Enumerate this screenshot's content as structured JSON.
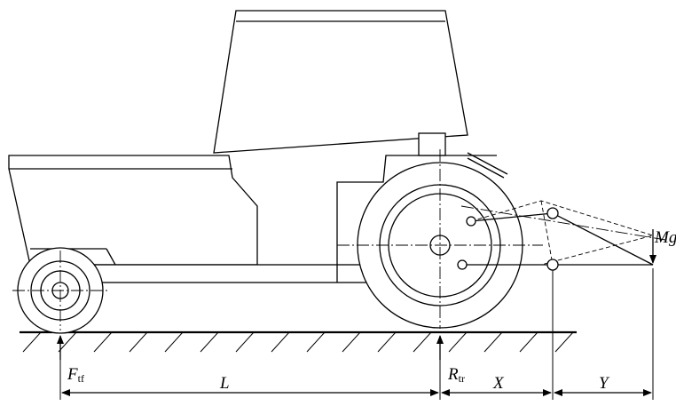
{
  "labels": {
    "front_force": {
      "main": "F",
      "sub": "tf"
    },
    "rear_reaction": {
      "main": "R",
      "sub": "tr"
    },
    "wheelbase": "L",
    "rear_to_hitch": "X",
    "hitch_to_load": "Y",
    "load": "Mg"
  }
}
